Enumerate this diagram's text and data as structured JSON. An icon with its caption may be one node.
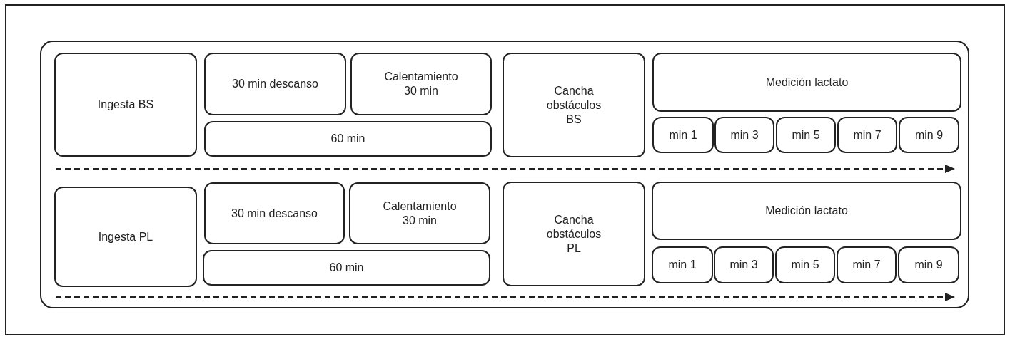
{
  "diagram": {
    "nodes": [
      {
        "text": [],
        "shape": "box"
      },
      {
        "text": [
          "Ingesta BS"
        ],
        "in": 0
      },
      {
        "text": [
          "30 min descanso"
        ],
        "in": 0
      },
      {
        "text": [
          "Calentamiento 30 min"
        ],
        "in": 0
      },
      {
        "text": [
          "60 min"
        ],
        "in": 0
      },
      {
        "text": [
          "Cancha obstáculos BS"
        ],
        "in": 0
      },
      {
        "text": [
          "Medición lactato"
        ],
        "in": 0
      },
      {
        "text": [
          "min 1"
        ],
        "in": 0
      },
      {
        "text": [
          "min 3"
        ],
        "in": 0
      },
      {
        "text": [
          "min 5"
        ],
        "in": 0
      },
      {
        "text": [
          "min 7"
        ],
        "in": 0
      },
      {
        "text": [
          "min 9"
        ],
        "in": 0
      },
      {
        "text": [
          "Ingesta PL"
        ],
        "in": 0
      },
      {
        "text": [
          "30 min descanso"
        ],
        "in": 0
      },
      {
        "text": [
          "Calentamiento 30 min"
        ],
        "in": 0
      },
      {
        "text": [
          "60 min"
        ],
        "in": 0
      },
      {
        "text": [
          "Cancha obstáculos PL"
        ],
        "in": 0
      },
      {
        "text": [
          "Medición lactato"
        ],
        "in": 0
      },
      {
        "text": [
          "min 1"
        ],
        "in": 0
      },
      {
        "text": [
          "min 3"
        ],
        "in": 0
      },
      {
        "text": [
          "min 5"
        ],
        "in": 0
      },
      {
        "text": [
          "min 7"
        ],
        "in": 0
      },
      {
        "text": [
          "min 9"
        ],
        "in": 0
      }
    ]
  }
}
